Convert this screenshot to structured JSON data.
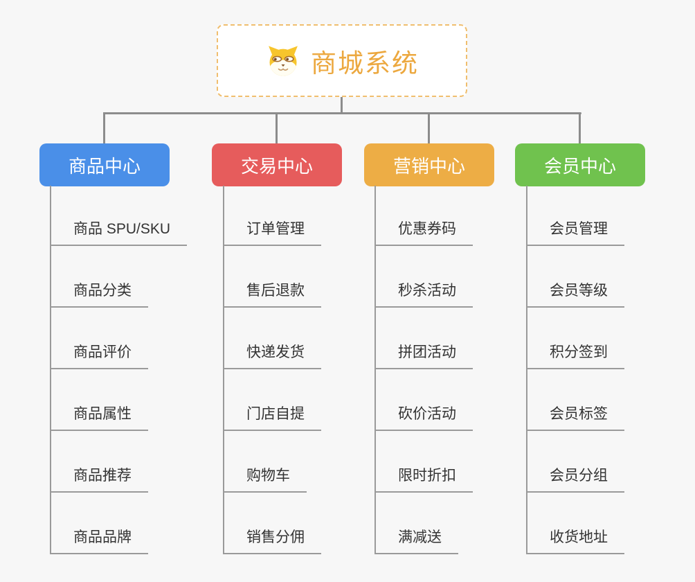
{
  "root": {
    "label": "商城系统",
    "icon": "dog-face-icon"
  },
  "branches": [
    {
      "label": "商品中心",
      "color": "#4a8fe8",
      "children": [
        "商品 SPU/SKU",
        "商品分类",
        "商品评价",
        "商品属性",
        "商品推荐",
        "商品品牌"
      ]
    },
    {
      "label": "交易中心",
      "color": "#e65c5c",
      "children": [
        "订单管理",
        "售后退款",
        "快递发货",
        "门店自提",
        "购物车",
        "销售分佣"
      ]
    },
    {
      "label": "营销中心",
      "color": "#edad45",
      "children": [
        "优惠券码",
        "秒杀活动",
        "拼团活动",
        "砍价活动",
        "限时折扣",
        "满减送"
      ]
    },
    {
      "label": "会员中心",
      "color": "#70c24e",
      "children": [
        "会员管理",
        "会员等级",
        "积分签到",
        "会员标签",
        "会员分组",
        "收货地址"
      ]
    }
  ],
  "colors": {
    "background": "#f7f7f7",
    "connector_line": "#8c8c8c",
    "leaf_line": "#9a9a9a",
    "leaf_text": "#333333",
    "root_border": "#f0be6e",
    "root_text": "#eca83f",
    "branch_text": "#ffffff"
  }
}
